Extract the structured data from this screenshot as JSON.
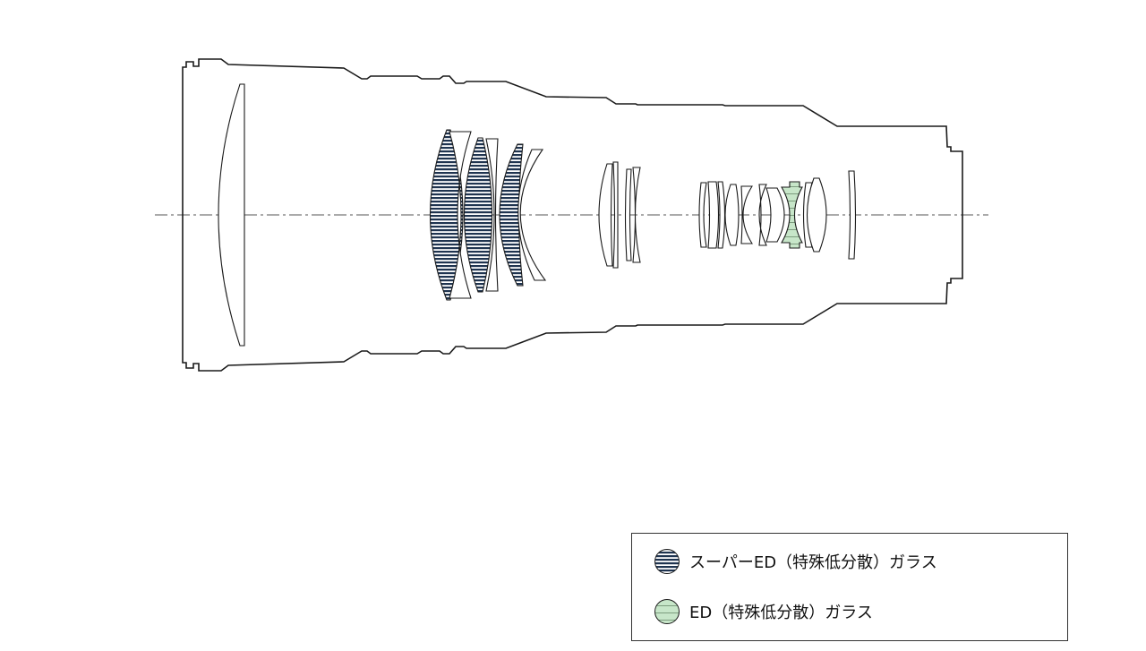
{
  "colors": {
    "outline": "#1a1a1a",
    "super_ed_fill": "#ffffff",
    "super_ed_stripe": "#1f3450",
    "ed_fill": "#c7e6c9",
    "ed_stripe": "#6a8a6c",
    "axis": "#555555"
  },
  "legend": {
    "items": [
      {
        "label": "スーパーED（特殊低分散）ガラス",
        "swatch": "super-ed"
      },
      {
        "label": "ED（特殊低分散）ガラス",
        "swatch": "ed"
      }
    ]
  }
}
